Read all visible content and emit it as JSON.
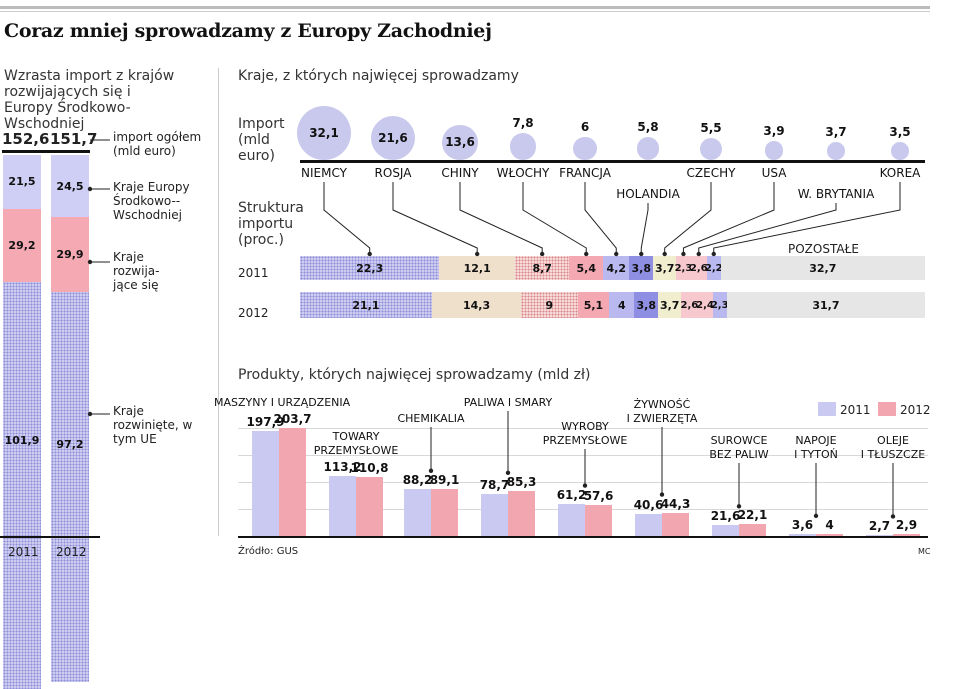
{
  "title": "Coraz mniej sprowadzamy z Europy Zachodniej",
  "left_panel": {
    "subtitle": "Wzrasta import z krajów rozwijających się i Europy Środkowo-Wschodniej",
    "totals": [
      "152,6",
      "151,7"
    ],
    "years": [
      "2011",
      "2012"
    ],
    "legend": {
      "total": "import ogółem (mld euro)",
      "cee": "Kraje Europy Środkowo--Wschodniej",
      "developing": "Kraje rozwija-jące się",
      "developed": "Kraje rozwinięte, w tym UE"
    }
  },
  "countries_panel": {
    "subtitle": "Kraje, z których najwięcej sprowadzamy",
    "import_label": "Import (mld euro)",
    "structure_label": "Struktura importu (proc.)",
    "others_label": "POZOSTAŁE",
    "years": [
      "2011",
      "2012"
    ]
  },
  "products_panel": {
    "subtitle": "Produkty, których najwięcej sprowadzamy (mld zł)",
    "legend": [
      "2011",
      "2012"
    ]
  },
  "source": "Źródło: GUS",
  "credit": "MC",
  "colors": {
    "y2011": "#c9c9f2",
    "y2012": "#f2a7b0",
    "bubble": "#c9c9ee",
    "others": "#e6e6e6"
  },
  "chart_data": [
    {
      "type": "bar",
      "title": "Wzrasta import z krajów rozwijających się i Europy Środkowo-Wschodniej",
      "categories": [
        "2011",
        "2012"
      ],
      "totals": [
        152.6,
        151.7
      ],
      "unit": "mld euro",
      "series": [
        {
          "name": "Kraje rozwinięte, w tym UE",
          "values": [
            101.9,
            97.2
          ],
          "labels": [
            "101,9",
            "97,2"
          ]
        },
        {
          "name": "Kraje rozwija-jące się",
          "values": [
            29.2,
            29.9
          ],
          "labels": [
            "29,2",
            "29,9"
          ]
        },
        {
          "name": "Kraje Europy Środkowo--Wschodniej",
          "values": [
            21.5,
            24.5
          ],
          "labels": [
            "21,5",
            "24,5"
          ]
        }
      ]
    },
    {
      "type": "scatter",
      "title": "Kraje, z których najwięcej sprowadzamy",
      "ylabel": "Import (mld euro)",
      "categories": [
        "NIEMCY",
        "ROSJA",
        "CHINY",
        "WŁOCHY",
        "FRANCJA",
        "HOLANDIA",
        "CZECHY",
        "USA",
        "W. BRYTANIA",
        "KOREA"
      ],
      "values": [
        32.1,
        21.6,
        13.6,
        7.8,
        6,
        5.8,
        5.5,
        3.9,
        3.7,
        3.5
      ],
      "labels": [
        "32,1",
        "21,6",
        "13,6",
        "7,8",
        "6",
        "5,8",
        "5,5",
        "3,9",
        "3,7",
        "3,5"
      ]
    },
    {
      "type": "bar",
      "title": "Struktura importu (proc.)",
      "categories": [
        "NIEMCY",
        "ROSJA",
        "CHINY",
        "WŁOCHY",
        "FRANCJA",
        "HOLANDIA",
        "CZECHY",
        "USA",
        "W. BRYTANIA",
        "KOREA",
        "POZOSTAŁE"
      ],
      "series": [
        {
          "name": "2011",
          "values": [
            22.3,
            12.1,
            8.7,
            5.4,
            4.2,
            3.8,
            3.7,
            2.3,
            2.6,
            2.2,
            32.7
          ],
          "labels": [
            "22,3",
            "12,1",
            "8,7",
            "5,4",
            "4,2",
            "3,8",
            "3,7",
            "2,3",
            "2,6",
            "2,2",
            "32,7"
          ]
        },
        {
          "name": "2012",
          "values": [
            21.1,
            14.3,
            9,
            5.1,
            4,
            3.8,
            3.7,
            2.6,
            2.4,
            2.3,
            31.7
          ],
          "labels": [
            "21,1",
            "14,3",
            "9",
            "5,1",
            "4",
            "3,8",
            "3,7",
            "2,6",
            "2,4",
            "2,3",
            "31,7"
          ]
        }
      ]
    },
    {
      "type": "bar",
      "title": "Produkty, których najwięcej sprowadzamy (mld zł)",
      "categories": [
        "MASZYNY I URZĄDZENIA",
        "TOWARY PRZEMYSŁOWE",
        "CHEMIKALIA",
        "PALIWA I SMARY",
        "WYROBY PRZEMYSŁOWE",
        "ŻYWNOŚĆ I ZWIERZĘTA",
        "SUROWCE BEZ PALIW",
        "NAPOJE I TYTOŃ",
        "OLEJE I TŁUSZCZE"
      ],
      "series": [
        {
          "name": "2011",
          "values": [
            197.9,
            113.2,
            88.2,
            78.7,
            61.2,
            40.6,
            21.6,
            3.6,
            2.7
          ],
          "labels": [
            "197,9",
            "113,2",
            "88,2",
            "78,7",
            "61,2",
            "40,6",
            "21,6",
            "3,6",
            "2,7"
          ]
        },
        {
          "name": "2012",
          "values": [
            203.7,
            110.8,
            89.1,
            85.3,
            57.6,
            44.3,
            22.1,
            4,
            2.9
          ],
          "labels": [
            "203,7",
            "110,8",
            "89,1",
            "85,3",
            "57,6",
            "44,3",
            "22,1",
            "4",
            "2,9"
          ]
        }
      ]
    }
  ]
}
